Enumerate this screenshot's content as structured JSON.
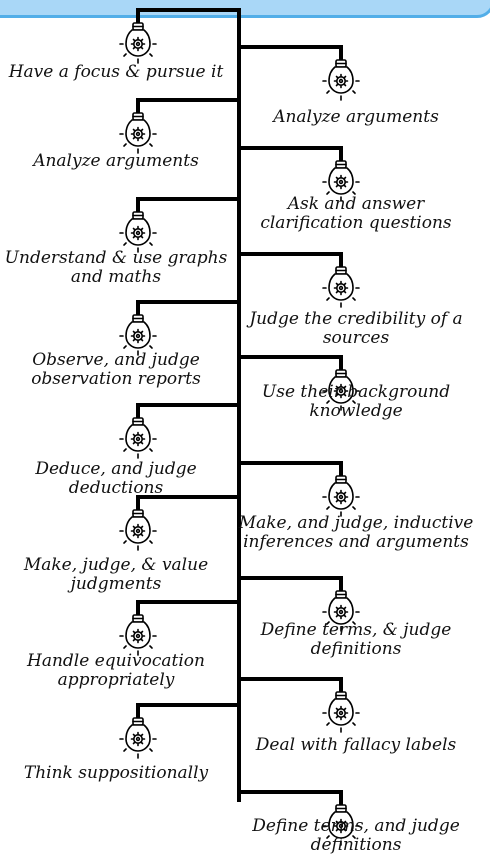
{
  "colors": {
    "banner_fill": "#a9d7f7",
    "banner_stroke": "#52aee8",
    "line": "#000000",
    "text": "#111111"
  },
  "icon": "lightbulb-gear-icon",
  "left_items": [
    {
      "label": "Have a focus & pursue it"
    },
    {
      "label": "Analyze arguments"
    },
    {
      "label": "Understand & use graphs and maths"
    },
    {
      "label": "Observe, and judge observation reports"
    },
    {
      "label": "Deduce, and judge deductions"
    },
    {
      "label": "Make, judge, & value judgments"
    },
    {
      "label": "Handle equivocation appropriately"
    },
    {
      "label": "Think suppositionally"
    }
  ],
  "right_items": [
    {
      "label": "Analyze arguments"
    },
    {
      "label": "Ask and answer clarification questions"
    },
    {
      "label": "Judge the credibility of a sources"
    },
    {
      "label": "Use their background knowledge"
    },
    {
      "label": "Make, and judge, inductive inferences and arguments"
    },
    {
      "label": "Define terms, & judge definitions"
    },
    {
      "label": "Deal with fallacy labels"
    },
    {
      "label": "Define terms, and judge definitions"
    }
  ]
}
